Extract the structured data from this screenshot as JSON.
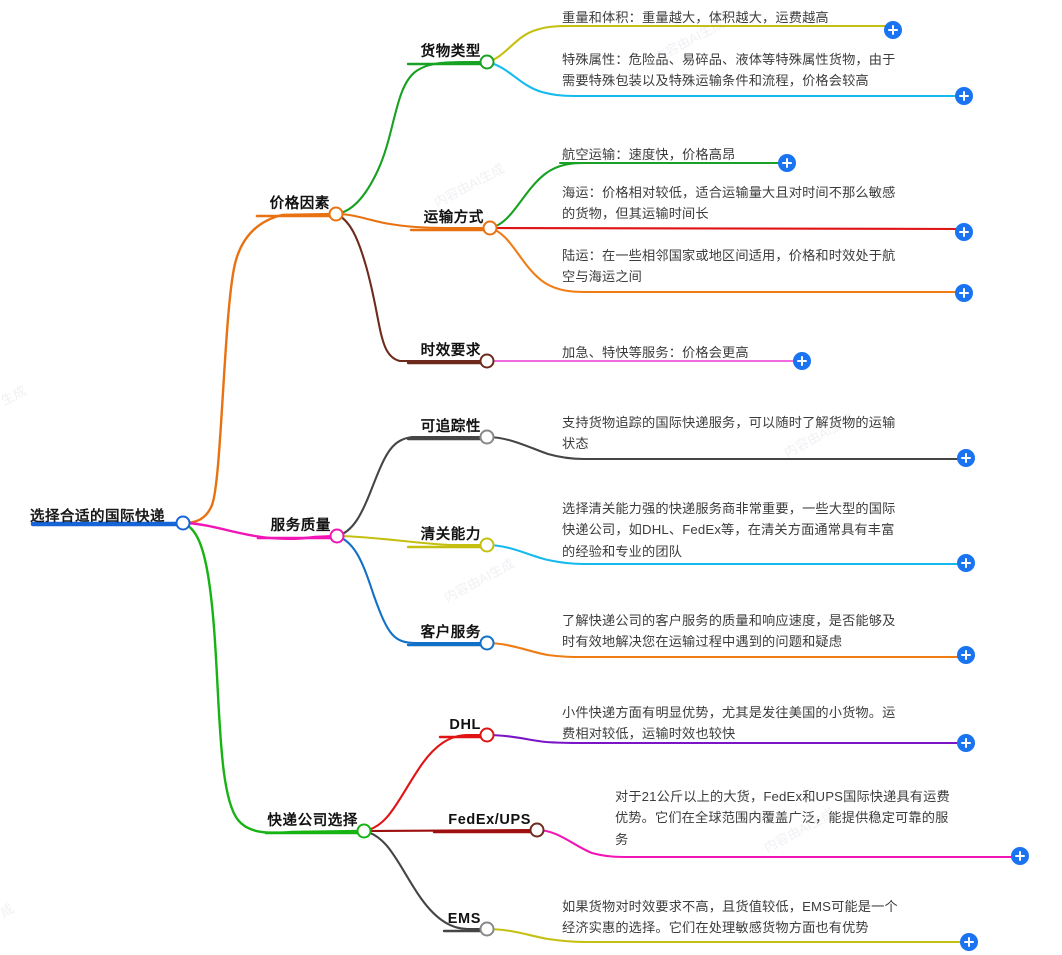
{
  "theme": {
    "background": "#ffffff",
    "root_underline_color": "#1565d8",
    "plus_button_color": "#1a73f0",
    "label_color": "#111111",
    "leaf_text_color": "#3c3c3c"
  },
  "root": {
    "label": "选择合适的国际快递",
    "color": "#1565d8"
  },
  "branches": [
    {
      "id": "price",
      "label": "价格因素",
      "color": "#e87211",
      "children": [
        {
          "id": "cargo-type",
          "label": "货物类型",
          "color": "#17a223",
          "leaves": [
            {
              "id": "weight-volume",
              "color": "#c5c010",
              "text": "重量和体积：重量越大，体积越大，运费越高"
            },
            {
              "id": "special-property",
              "color": "#14baee",
              "text": "特殊属性：危险品、易碎品、液体等特殊属性货物，由于\n需要特殊包装以及特殊运输条件和流程，价格会较高"
            }
          ]
        },
        {
          "id": "transport-mode",
          "label": "运输方式",
          "color": "#e87211",
          "leaves": [
            {
              "id": "air-transport",
              "color": "#17a223",
              "text": "航空运输：速度快，价格高昂"
            },
            {
              "id": "sea-transport",
              "color": "#e01414",
              "text": "海运：价格相对较低，适合运输量大且对时间不那么敏感\n的货物，但其运输时间长"
            },
            {
              "id": "land-transport",
              "color": "#f07d14",
              "text": "陆运：在一些相邻国家或地区间适用，价格和时效处于航\n空与海运之间"
            }
          ]
        },
        {
          "id": "time-requirement",
          "label": "时效要求",
          "color": "#6e2b1c",
          "leaves": [
            {
              "id": "express-service",
              "color": "#f06cdc",
              "text": "加急、特快等服务：价格会更高"
            }
          ]
        }
      ]
    },
    {
      "id": "service-quality",
      "label": "服务质量",
      "color": "#f214b4",
      "children": [
        {
          "id": "traceability",
          "label": "可追踪性",
          "color": "#454545",
          "leaves": [
            {
              "id": "tracking-support",
              "color": "#454545",
              "text": "支持货物追踪的国际快递服务，可以随时了解货物的运输\n状态"
            }
          ]
        },
        {
          "id": "customs-capability",
          "label": "清关能力",
          "color": "#c5c010",
          "leaves": [
            {
              "id": "customs-note",
              "color": "#14baee",
              "text": "选择清关能力强的快递服务商非常重要，一些大型的国际\n快递公司，如DHL、FedEx等，在清关方面通常具有丰富\n的经验和专业的团队"
            }
          ]
        },
        {
          "id": "customer-service",
          "label": "客户服务",
          "color": "#1170c7",
          "leaves": [
            {
              "id": "customer-service-note",
              "color": "#f07d14",
              "text": "了解快递公司的客户服务的质量和响应速度，是否能够及\n时有效地解决您在运输过程中遇到的问题和疑虑"
            }
          ]
        }
      ]
    },
    {
      "id": "carrier-choice",
      "label": "快递公司选择",
      "color": "#16b312",
      "children": [
        {
          "id": "dhl",
          "label": "DHL",
          "color": "#e01414",
          "leaves": [
            {
              "id": "dhl-note",
              "color": "#7a14c7",
              "text": "小件快递方面有明显优势，尤其是发往美国的小货物。运\n费相对较低，运输时效也较快"
            }
          ]
        },
        {
          "id": "fedex-ups",
          "label": "FedEx/UPS",
          "color": "#9e0f0f",
          "leaves": [
            {
              "id": "fedex-ups-note",
              "color": "#f214b4",
              "text": "对于21公斤以上的大货，FedEx和UPS国际快递具有运费\n优势。它们在全球范围内覆盖广泛，能提供稳定可靠的服\n务"
            }
          ]
        },
        {
          "id": "ems",
          "label": "EMS",
          "color": "#454545",
          "leaves": [
            {
              "id": "ems-note",
              "color": "#c5c010",
              "text": "如果货物对时效要求不高，且货值较低，EMS可能是一个\n经济实惠的选择。它们在处理敏感货物方面也有优势"
            }
          ]
        }
      ]
    }
  ],
  "expand_buttons": [
    {
      "id": "expand-weight-volume",
      "label": "+"
    },
    {
      "id": "expand-special-property",
      "label": "+"
    },
    {
      "id": "expand-air-transport",
      "label": "+"
    },
    {
      "id": "expand-sea-transport",
      "label": "+"
    },
    {
      "id": "expand-land-transport",
      "label": "+"
    },
    {
      "id": "expand-express-service",
      "label": "+"
    },
    {
      "id": "expand-tracking-support",
      "label": "+"
    },
    {
      "id": "expand-customs-note",
      "label": "+"
    },
    {
      "id": "expand-customer-service-note",
      "label": "+"
    },
    {
      "id": "expand-dhl-note",
      "label": "+"
    },
    {
      "id": "expand-fedex-ups-note",
      "label": "+"
    },
    {
      "id": "expand-ems-note",
      "label": "+"
    }
  ]
}
